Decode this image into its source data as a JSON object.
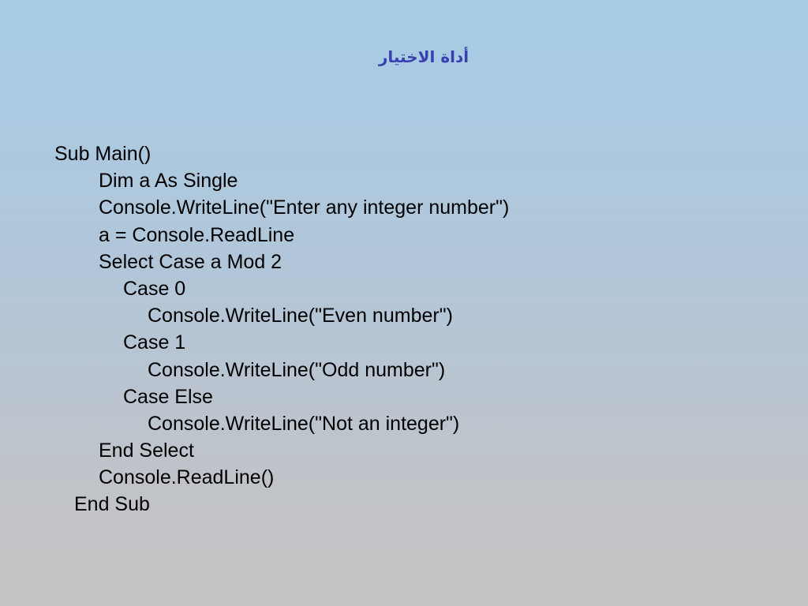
{
  "slide": {
    "title": "أداة الاختيار"
  },
  "code": {
    "lines": [
      "Sub Main()",
      "Dim a As Single",
      "Console.WriteLine(\"Enter any integer number\")",
      "a = Console.ReadLine",
      "Select Case a Mod 2",
      "Case 0",
      "Console.WriteLine(\"Even number\")",
      "Case 1",
      "Console.WriteLine(\"Odd number\")",
      "Case Else",
      "Console.WriteLine(\"Not an integer\")",
      "End Select",
      "Console.ReadLine()",
      "End Sub"
    ]
  }
}
